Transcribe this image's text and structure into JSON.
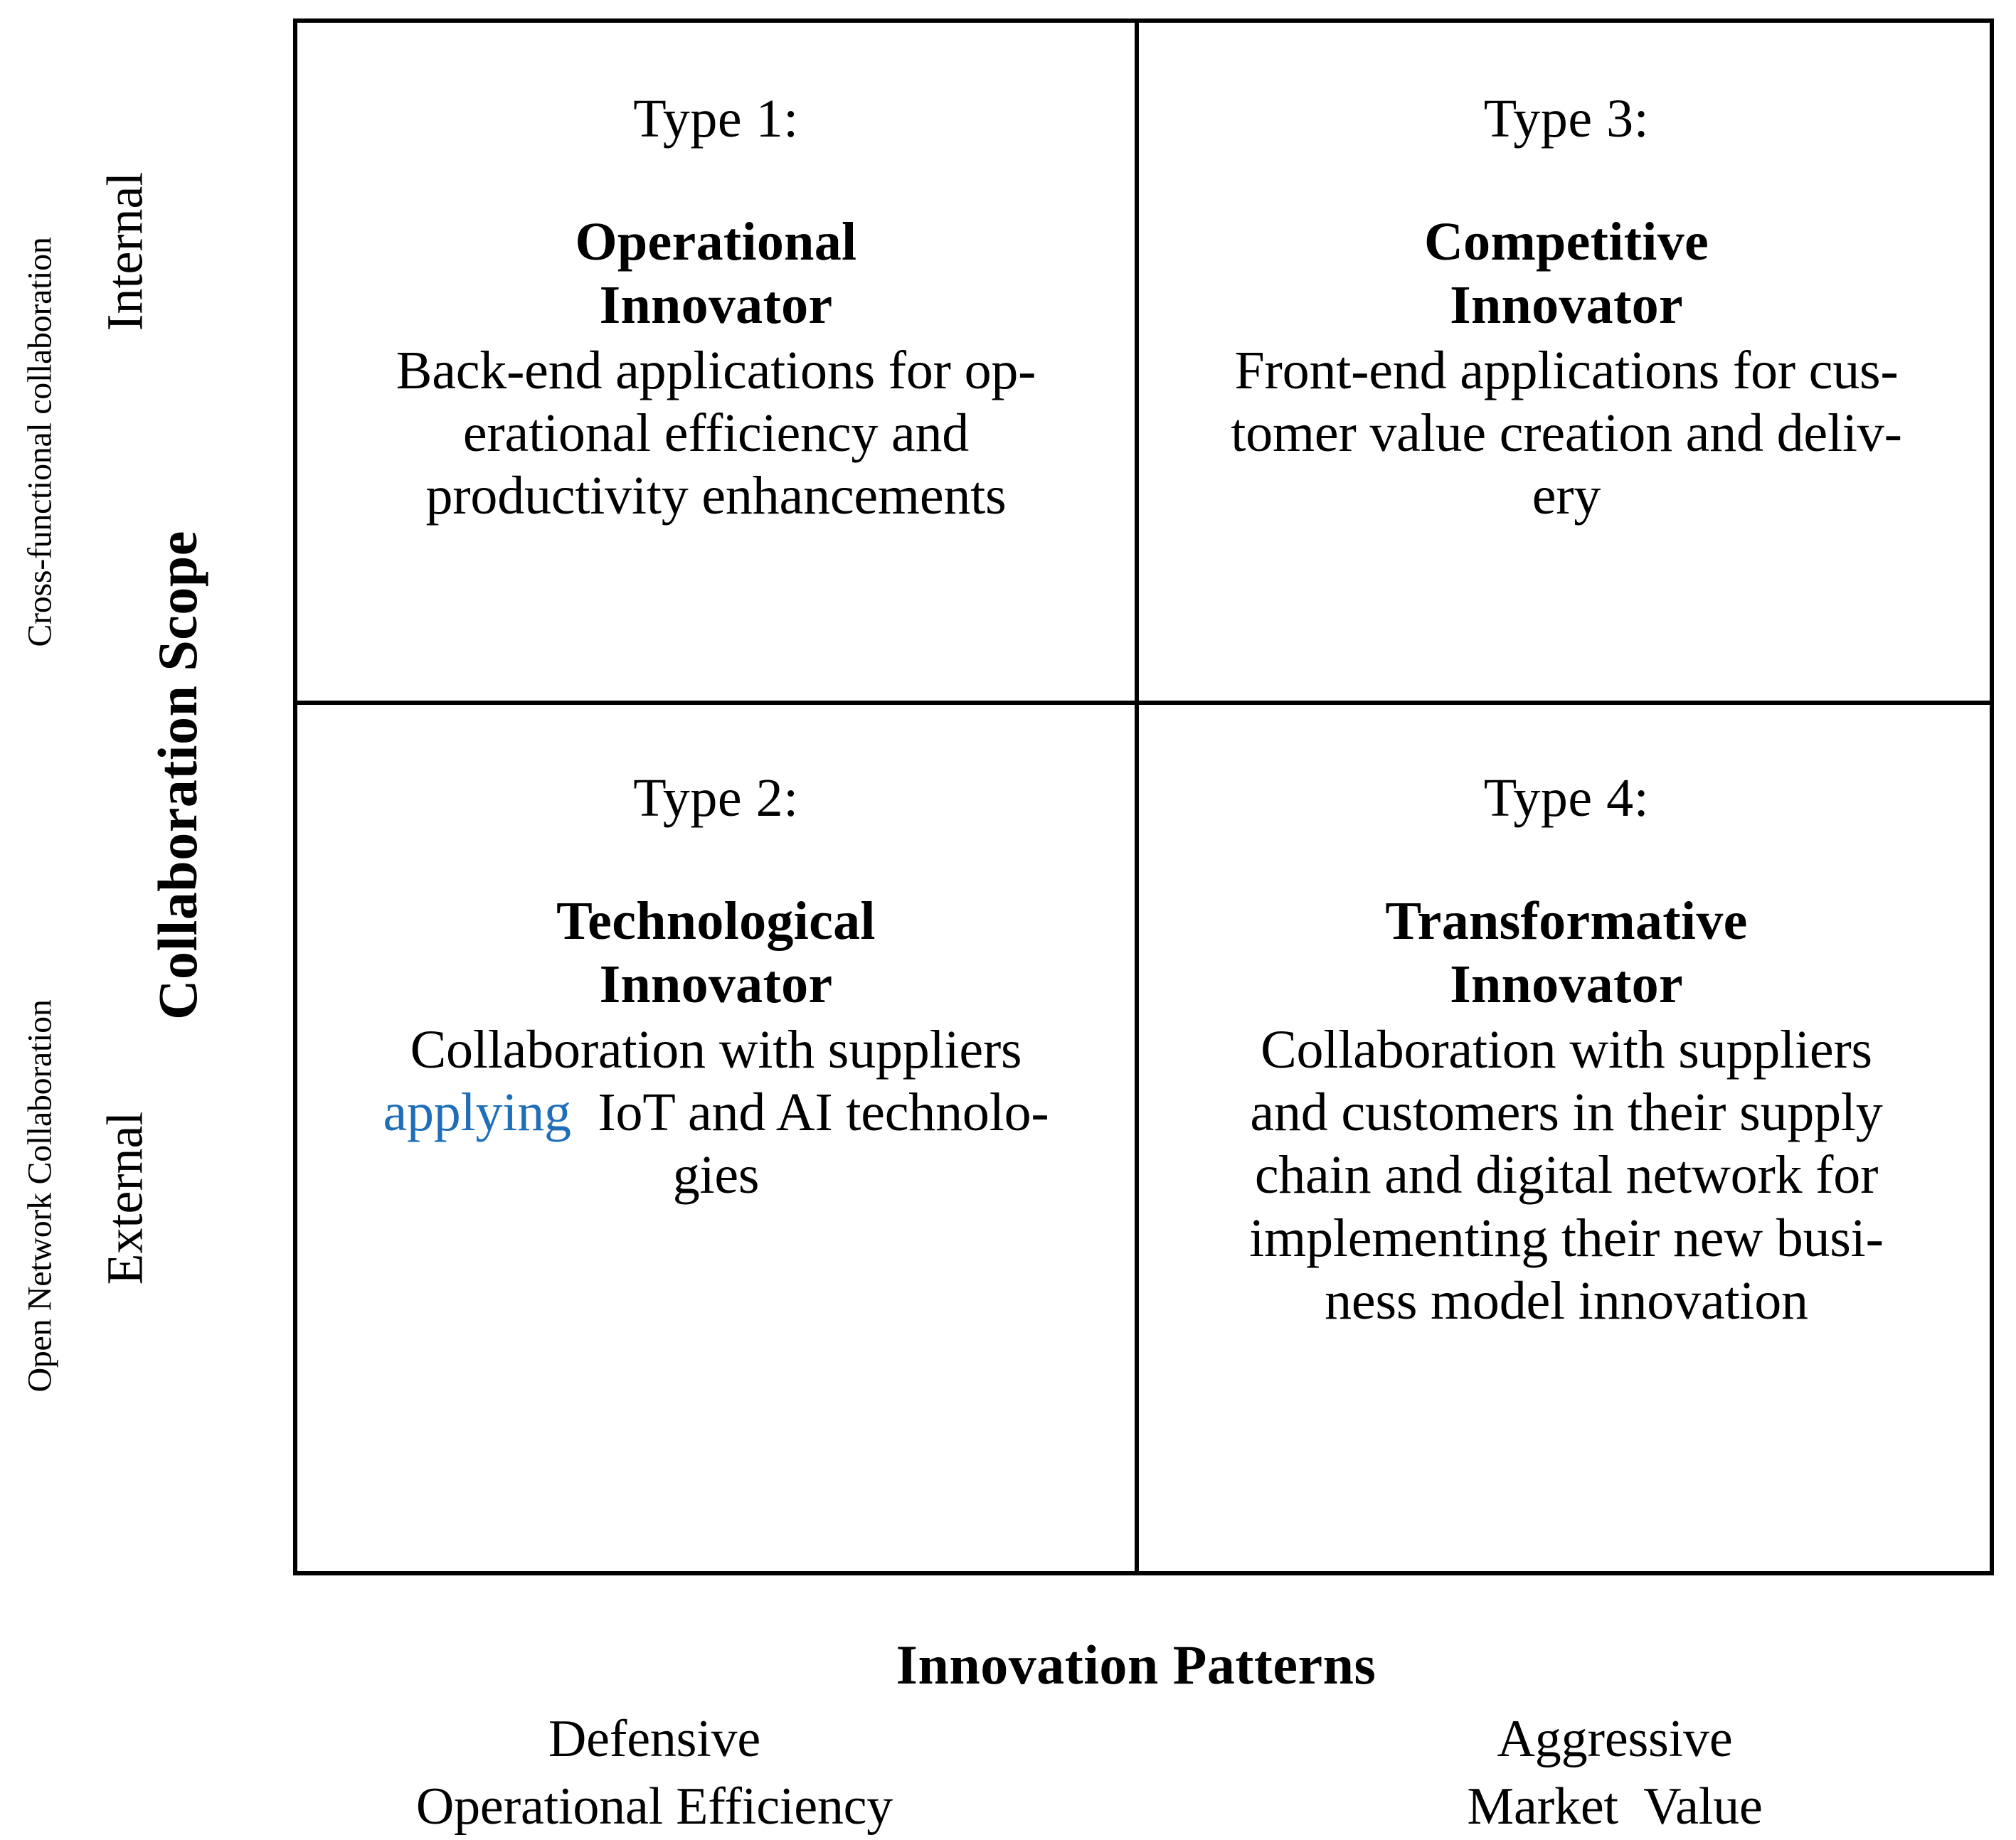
{
  "matrix": {
    "quadrants": [
      {
        "id": "type-1",
        "type_label": "Type 1:",
        "title_lines": [
          "Operational",
          "Innovator"
        ],
        "description": "Back-end applications for op-erational efficiency and productivity enhancements",
        "description_lines": [
          "Back-end applications for op-",
          "erational efficiency and",
          "productivity enhancements"
        ]
      },
      {
        "id": "type-3",
        "type_label": "Type 3:",
        "title_lines": [
          "Competitive",
          "Innovator"
        ],
        "description": "Front-end applications for cus-tomer value creation and delivery",
        "description_lines": [
          "Front-end applications for cus-",
          "tomer value creation and deliv-",
          "ery"
        ]
      },
      {
        "id": "type-2",
        "type_label": "Type 2:",
        "title_lines": [
          "Technological",
          "Innovator"
        ],
        "description": "Collaboration with suppliers applying IoT and AI technologies",
        "description_lines": [
          "Collaboration with suppliers",
          "applying  IoT and AI technolo-",
          "gies"
        ],
        "highlight_word": "applying",
        "highlight_color": "#1f6fb8"
      },
      {
        "id": "type-4",
        "type_label": "Type 4:",
        "title_lines": [
          "Transformative",
          "Innovator"
        ],
        "description": "Collaboration with suppliers and customers in their supply chain and digital network for implementing their new business model innovation",
        "description_lines": [
          "Collaboration with suppliers",
          "and customers in their supply",
          "chain and digital network for",
          "implementing their new busi-",
          "ness model innovation"
        ]
      }
    ]
  },
  "y_axis": {
    "title": "Collaboration Scope",
    "top_level": "Internal",
    "top_sublabel": "Cross-functional collaboration",
    "bottom_level": "External",
    "bottom_sublabel": "Open Network Collaboration"
  },
  "x_axis": {
    "title": "Innovation Patterns",
    "left_level": "Defensive",
    "left_sublabel": "Operational Efficiency",
    "right_level": "Aggressive",
    "right_sublabel": "Market  Value"
  }
}
